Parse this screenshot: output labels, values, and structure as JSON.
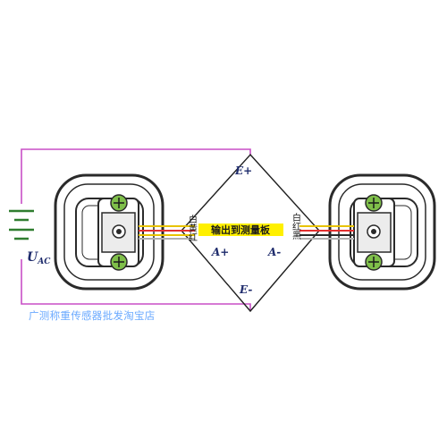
{
  "diagram": {
    "labels": {
      "e_plus": "E+",
      "e_minus": "E-",
      "a_plus": "A+",
      "a_minus": "A-",
      "u_main": "U",
      "u_sub": "AC",
      "center_text": "输出到测量板",
      "left_wire_text": "白黄红",
      "right_wire_text": "白红黑"
    },
    "watermark": "广测称重传感器批发淘宝店",
    "colors": {
      "circuit": "#c84fc6",
      "diamond": "#1f1f1f",
      "strip": "#fff000",
      "wire_red": "#e23030",
      "wire_yellow": "#e8c300",
      "sensor_dark": "#2a2a2a",
      "screw_green": "#7fbf4a",
      "battery_green": "#2f7d2f",
      "watermark": "#6aa9ff"
    }
  }
}
